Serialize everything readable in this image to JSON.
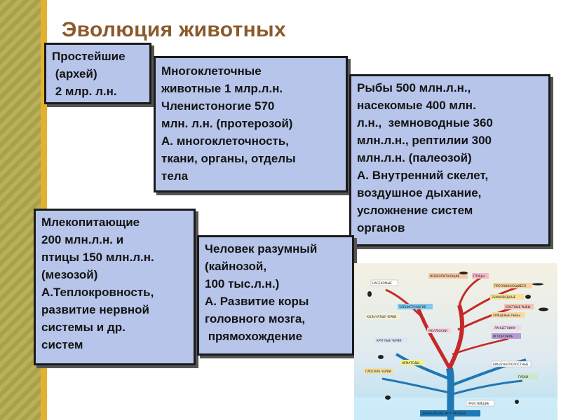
{
  "title": "Эволюция животных",
  "boxes": {
    "protists": "Простейшие\n (архей)\n 2 млр. л.н.",
    "multicellular": "Многоклеточные\nживотные 1 млр.л.н.\nЧленистоногие 570\nмлн. л.н. (протерозой)\nА. многоклеточность,\nткани, органы, отделы\nтела",
    "fish": "Рыбы 500 млн.л.н.,\nнасекомые 400 млн.\nл.н.,  земноводные 360\nмлн.л.н., рептилии 300\nмлн.л.н. (палеозой)\nА. Внутренний скелет,\nвоздушное дыхание,\nусложнение систем\nорганов",
    "mammals": "Млекопитающие\n200 млн.л.н. и\nптицы 150 млн.л.н.\n(мезозой)\nА.Теплокровность,\nразвитие нервной\nсистемы и др.\nсистем",
    "human": "Человек разумный\n(кайнозой,\n100 тыс.л.н.)\nА. Развитие коры\nголовного мозга,\n прямохождение"
  },
  "tree": {
    "labels": {
      "insects": "НАСЕКОМЫЕ",
      "mammals": "МЛЕКОПИТАЮЩИЕ",
      "birds": "ПТИЦЫ",
      "reptiles": "ПРЕСМЫКАЮЩИЕСЯ",
      "amphibians": "ЗЕМНОВОДНЫЕ",
      "bony_fish": "КОСТНЫЕ РЫБЫ",
      "cartilaginous_fish": "ХРЯЩЕВЫЕ РЫБЫ",
      "lancelets": "ЛАНЦЕТНИКИ",
      "echinoderms": "ИГЛОКОЖИЕ",
      "arthropods": "ЧЛЕНИСТОНОГИЕ",
      "molluscs": "МОЛЛЮСКИ",
      "annelids": "КОЛЬЧАТЫЕ ЧЕРВИ",
      "flatworms": "ПЛОСКИЕ ЧЕРВИ",
      "roundworms": "КРУГЛЫЕ ЧЕРВИ",
      "nematodes": "НЕМАТОДЫ",
      "sponges": "ГУБКИ",
      "coelenterates": "КИШЕЧНОПОЛОСТНЫЕ",
      "protozoa": "ПРОСТЕЙШИЕ",
      "ancestor": "ДРЕВНЕЙШИЕ ЖГУТИКОВЫЕ"
    }
  }
}
